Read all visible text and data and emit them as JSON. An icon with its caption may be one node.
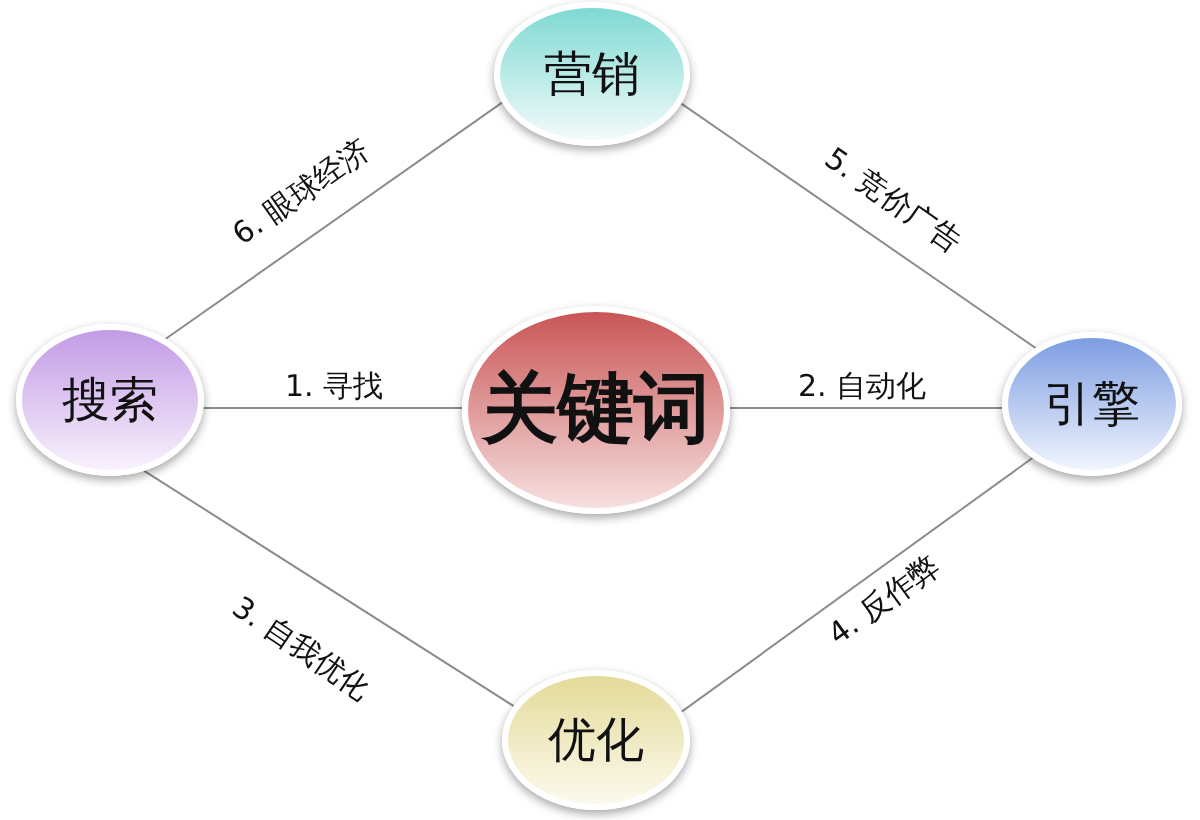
{
  "diagram": {
    "nodes": [
      {
        "text": [
          "营销"
        ]
      },
      {
        "text": [
          "搜索"
        ]
      },
      {
        "text": [
          "关键词"
        ]
      },
      {
        "text": [
          "引擎"
        ]
      },
      {
        "text": [
          "优化"
        ]
      }
    ],
    "edges": [
      {
        "from": 1,
        "to": 2,
        "arrow": "none",
        "label": "1. 寻找"
      },
      {
        "from": 2,
        "to": 3,
        "arrow": "none",
        "label": "2. 自动化"
      },
      {
        "from": 1,
        "to": 4,
        "arrow": "none",
        "label": "3. 自我优化"
      },
      {
        "from": 3,
        "to": 4,
        "arrow": "none",
        "label": "4. 反作弊"
      },
      {
        "from": 0,
        "to": 3,
        "arrow": "none",
        "label": "5. 竞价广告"
      },
      {
        "from": 1,
        "to": 0,
        "arrow": "none",
        "label": "6. 眼球经济"
      }
    ]
  }
}
